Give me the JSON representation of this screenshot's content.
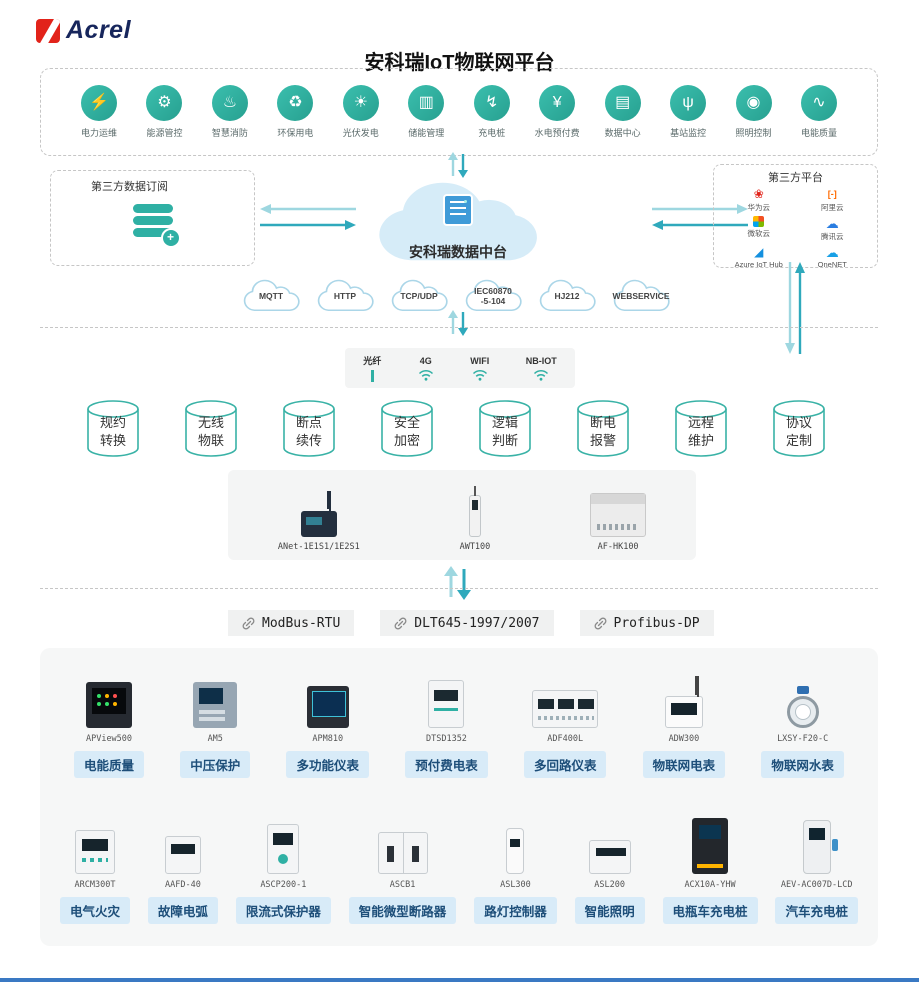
{
  "brand": {
    "name": "Acrel",
    "logo_icon": "acrel-logo-icon",
    "color": "#e2231a"
  },
  "title": "安科瑞IoT物联网平台",
  "applications": [
    {
      "label": "电力运维",
      "icon": "power-om-icon",
      "glyph": "⚡"
    },
    {
      "label": "能源管控",
      "icon": "energy-control-icon",
      "glyph": "⚙"
    },
    {
      "label": "智慧消防",
      "icon": "smart-fire-icon",
      "glyph": "♨"
    },
    {
      "label": "环保用电",
      "icon": "eco-power-icon",
      "glyph": "♻"
    },
    {
      "label": "光伏发电",
      "icon": "solar-power-icon",
      "glyph": "☀"
    },
    {
      "label": "储能管理",
      "icon": "energy-storage-icon",
      "glyph": "▥"
    },
    {
      "label": "充电桩",
      "icon": "charging-pile-icon",
      "glyph": "↯"
    },
    {
      "label": "水电预付费",
      "icon": "prepaid-icon",
      "glyph": "¥"
    },
    {
      "label": "数据中心",
      "icon": "data-center-icon",
      "glyph": "▤"
    },
    {
      "label": "基站监控",
      "icon": "base-station-icon",
      "glyph": "ψ"
    },
    {
      "label": "照明控制",
      "icon": "lighting-control-icon",
      "glyph": "◉"
    },
    {
      "label": "电能质量",
      "icon": "power-quality-icon",
      "glyph": "∿"
    }
  ],
  "subscription_box": {
    "title": "第三方数据订阅",
    "icon": "database-plus-icon"
  },
  "data_center": {
    "label": "安科瑞数据中台",
    "icon": "cloud-server-icon"
  },
  "third_party_box": {
    "title": "第三方平台",
    "platforms": [
      {
        "label": "华为云",
        "icon": "huawei-cloud-icon",
        "brand": "huawei"
      },
      {
        "label": "阿里云",
        "icon": "alibaba-cloud-icon",
        "brand": "ali"
      },
      {
        "label": "微软云",
        "icon": "microsoft-cloud-icon",
        "brand": "ms"
      },
      {
        "label": "腾讯云",
        "icon": "tencent-cloud-icon",
        "brand": "tencent"
      },
      {
        "label": "Azure IoT Hub",
        "icon": "azure-iot-hub-icon",
        "brand": "azure"
      },
      {
        "label": "OneNET",
        "icon": "onenet-icon",
        "brand": "onenet"
      }
    ]
  },
  "cloud_protocols": [
    {
      "label": "MQTT"
    },
    {
      "label": "HTTP"
    },
    {
      "label": "TCP/UDP"
    },
    {
      "label": "IEC60870\n-5-104"
    },
    {
      "label": "HJ212"
    },
    {
      "label": "WEBSERVICE"
    }
  ],
  "connectivity": [
    {
      "label": "光纤",
      "icon": "fiber-icon",
      "type": "fiber"
    },
    {
      "label": "4G",
      "icon": "cellular-4g-icon",
      "type": "wifi"
    },
    {
      "label": "WIFI",
      "icon": "wifi-icon",
      "type": "wifi"
    },
    {
      "label": "NB-IOT",
      "icon": "nb-iot-icon",
      "type": "wifi"
    }
  ],
  "capabilities": [
    {
      "text": "规约\n转换"
    },
    {
      "text": "无线\n物联"
    },
    {
      "text": "断点\n续传"
    },
    {
      "text": "安全\n加密"
    },
    {
      "text": "逻辑\n判断"
    },
    {
      "text": "断电\n报警"
    },
    {
      "text": "远程\n维护"
    },
    {
      "text": "协议\n定制"
    }
  ],
  "gateways": [
    {
      "model": "ANet-1E1S1/1E2S1",
      "type": "anet"
    },
    {
      "model": "AWT100",
      "type": "awt"
    },
    {
      "model": "AF-HK100",
      "type": "hk"
    }
  ],
  "field_protocols": [
    {
      "label": "ModBus-RTU"
    },
    {
      "label": "DLT645-1997/2007"
    },
    {
      "label": "Profibus-DP"
    }
  ],
  "devices_row1": [
    {
      "model": "APView500",
      "label": "电能质量",
      "type": "apview"
    },
    {
      "model": "AM5",
      "label": "中压保护",
      "type": "am5"
    },
    {
      "model": "APM810",
      "label": "多功能仪表",
      "type": "apm"
    },
    {
      "model": "DTSD1352",
      "label": "预付费电表",
      "type": "dtsd"
    },
    {
      "model": "ADF400L",
      "label": "多回路仪表",
      "type": "adf"
    },
    {
      "model": "ADW300",
      "label": "物联网电表",
      "type": "adw"
    },
    {
      "model": "LXSY-F20-C",
      "label": "物联网水表",
      "type": "lxsy"
    }
  ],
  "devices_row2": [
    {
      "model": "ARCM300T",
      "label": "电气火灾",
      "type": "arcm"
    },
    {
      "model": "AAFD-40",
      "label": "故障电弧",
      "type": "aafd"
    },
    {
      "model": "ASCP200-1",
      "label": "限流式保护器",
      "type": "ascp"
    },
    {
      "model": "ASCB1",
      "label": "智能微型断路器",
      "type": "ascb"
    },
    {
      "model": "ASL300",
      "label": "路灯控制器",
      "type": "asl300"
    },
    {
      "model": "ASL200",
      "label": "智能照明",
      "type": "asl200"
    },
    {
      "model": "ACX10A-YHW",
      "label": "电瓶车充电桩",
      "type": "acx"
    },
    {
      "model": "AEV-AC007D-LCD",
      "label": "汽车充电桩",
      "type": "aev"
    }
  ],
  "colors": {
    "accent_teal": "#2fb0a4",
    "arrow_teal": "#2fa9bc",
    "arrow_light": "#9ed7e0",
    "tag_bg": "#d8ebf8",
    "tag_text": "#1d4e79"
  }
}
